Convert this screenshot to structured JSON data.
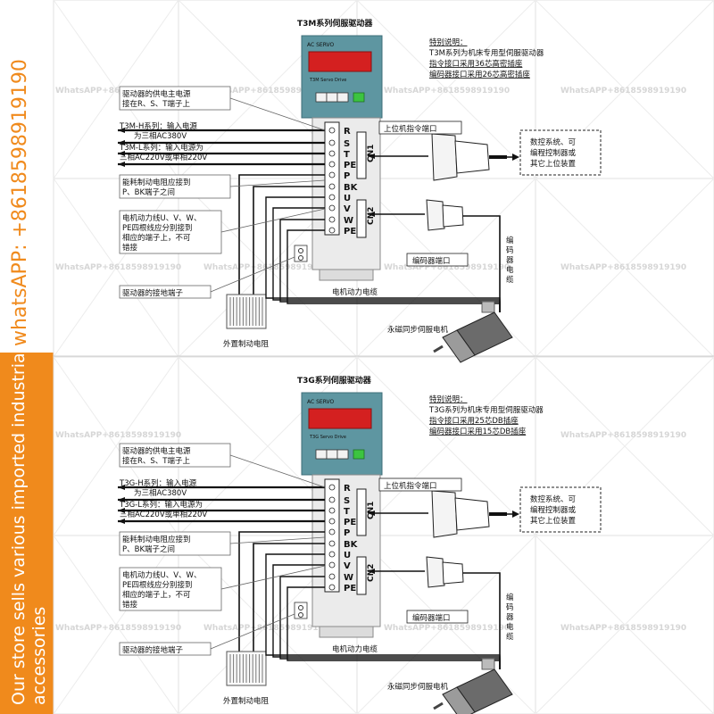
{
  "sidebar": {
    "phone": "whatsAPP: +8618598919190",
    "slogan_line1": "Our store sells various imported industrial",
    "slogan_line2": "accessories"
  },
  "watermark": "WhatsAPP+8618598919190",
  "panels": [
    {
      "title": "T3M系列伺服驱动器",
      "brand": "AC SERVO",
      "model": "T3M Servo Drive",
      "note_title": "特别说明：",
      "note1": "T3M系列为机床专用型伺服驱动器",
      "note2": "指令接口采用36芯高密插座",
      "note3": "编码器接口采用26芯高密插座",
      "cmd_port": "上位机指令端口",
      "cn1": "CN1",
      "cn2": "CN2",
      "controller1": "数控系统、可",
      "controller2": "编程控制器或",
      "controller3": "其它上位装置",
      "enc_port": "编码器端口",
      "enc_cable": "编码器电缆",
      "motor_cable": "电机动力电缆",
      "motor": "永磁同步伺服电机",
      "ann_main1": "驱动器的供电主电源",
      "ann_main2": "接在R、S、T端子上",
      "ann_h1": "T3M-H系列：输入电源",
      "ann_h2": "为三相AC380V",
      "ann_l1": "T3M-L系列：输入电源为",
      "ann_l2": "三相AC220V或单相220V",
      "ann_brake1": "能耗制动电阻应接到",
      "ann_brake2": "P、BK端子之间",
      "ann_motor1": "电机动力线U、V、W、",
      "ann_motor2": "PE四根线应分别接到",
      "ann_motor3": "相应的端子上，不可",
      "ann_motor4": "错接",
      "ann_ground": "驱动器的接地端子",
      "resistor": "外置制动电阻"
    },
    {
      "title": "T3G系列伺服驱动器",
      "brand": "AC SERVO",
      "model": "T3G Servo Drive",
      "note_title": "特别说明：",
      "note1": "T3G系列为机床专用型伺服驱动器",
      "note2": "指令接口采用25芯DB插座",
      "note3": "编码器接口采用15芯DB插座",
      "cmd_port": "上位机指令端口",
      "cn1": "CN1",
      "cn2": "CN2",
      "controller1": "数控系统、可",
      "controller2": "编程控制器或",
      "controller3": "其它上位装置",
      "enc_port": "编码器端口",
      "enc_cable": "编码器电缆",
      "motor_cable": "电机动力电缆",
      "motor": "永磁同步伺服电机",
      "ann_main1": "驱动器的供电主电源",
      "ann_main2": "接在R、S、T端子上",
      "ann_h1": "T3G-H系列：输入电源",
      "ann_h2": "为三相AC380V",
      "ann_l1": "T3G-L系列：输入电源为",
      "ann_l2": "三相AC220V或单相220V",
      "ann_brake1": "能耗制动电阻应接到",
      "ann_brake2": "P、BK端子之间",
      "ann_motor1": "电机动力线U、V、W、",
      "ann_motor2": "PE四根线应分别接到",
      "ann_motor3": "相应的端子上，不可",
      "ann_motor4": "错接",
      "ann_ground": "驱动器的接地端子",
      "resistor": "外置制动电阻"
    }
  ],
  "terminals": [
    "R",
    "S",
    "T",
    "PE",
    "P",
    "BK",
    "U",
    "V",
    "W",
    "PE"
  ],
  "colors": {
    "sidebar_accent": "#f08a1c",
    "sidebar_text_top": "#f08a1c",
    "drive_body": "#5e96a1",
    "display": "#d42020",
    "led_green": "#3cc440"
  }
}
